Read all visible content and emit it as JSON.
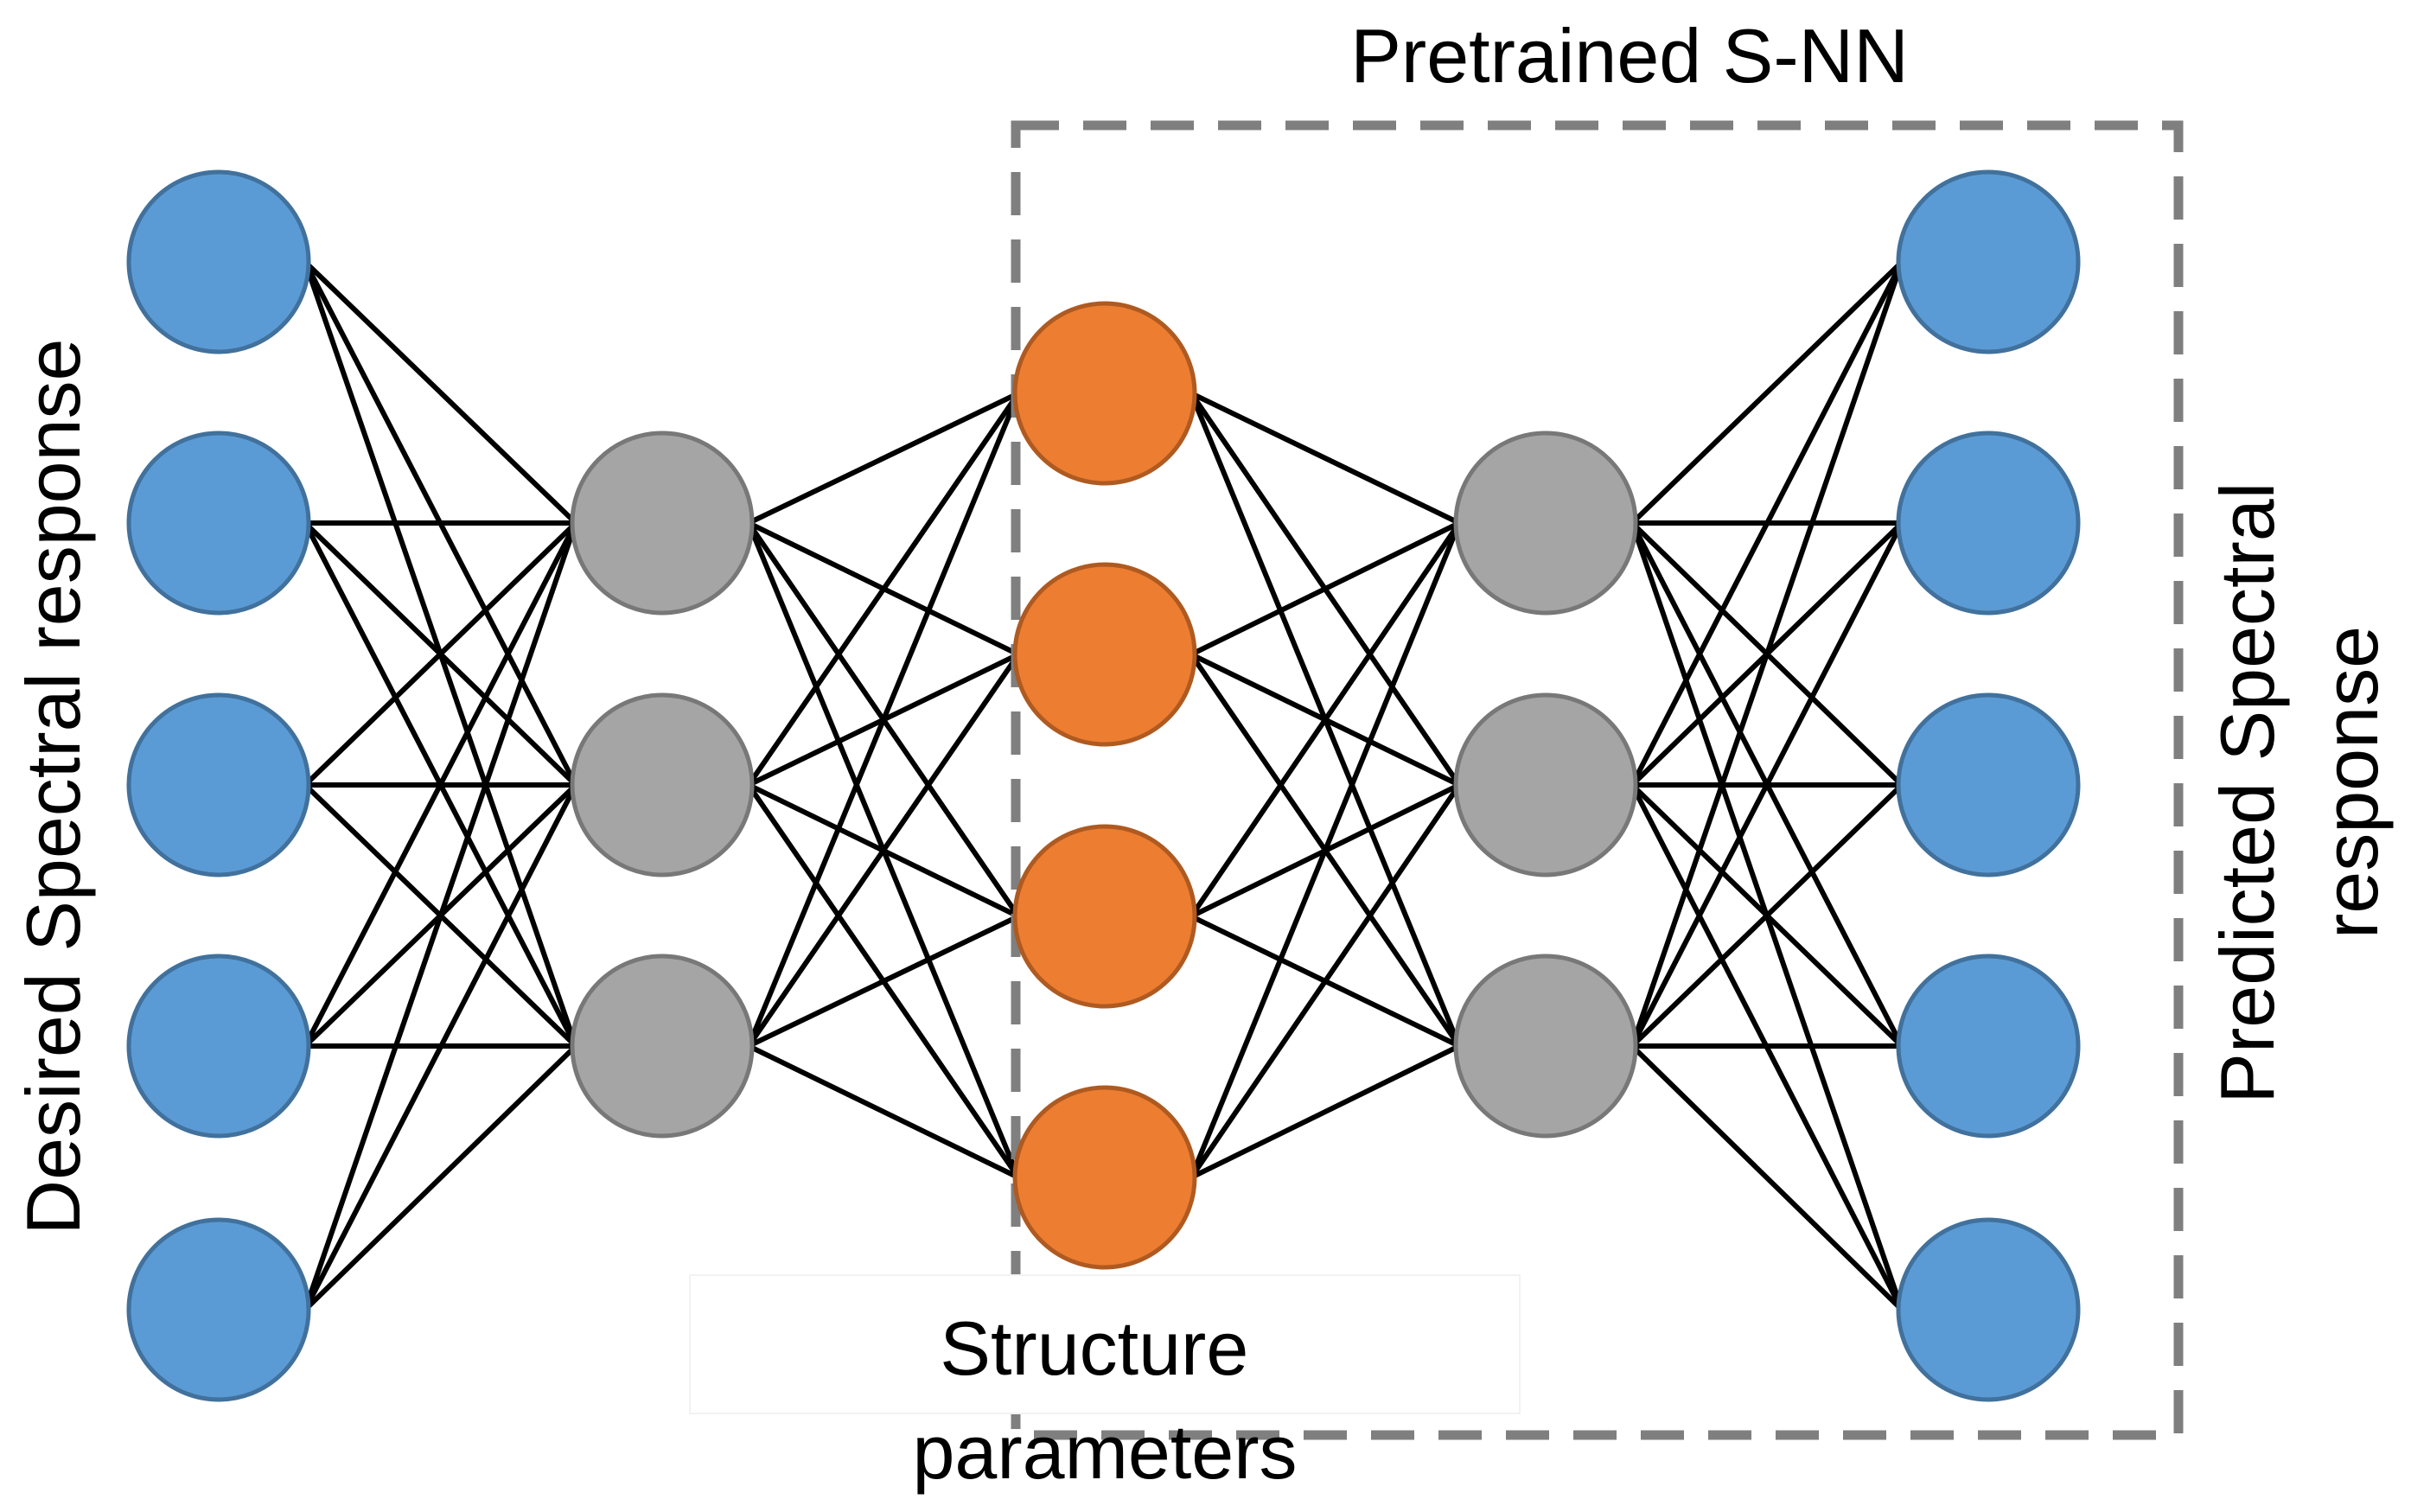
{
  "labels": {
    "pretrained": "Pretrained S-NN",
    "desired": "Desired Spectral response",
    "predicted_line1": "Predicted Spectral",
    "predicted_line2": "response",
    "structure_line1": "Structure",
    "structure_line2": "parameters"
  },
  "network": {
    "layers": [
      {
        "name": "input",
        "nodes": 5,
        "color": "#5b9bd5",
        "stroke": "#41719c"
      },
      {
        "name": "hidden-1",
        "nodes": 3,
        "color": "#a5a5a5",
        "stroke": "#787878"
      },
      {
        "name": "structure",
        "nodes": 4,
        "color": "#ed7d31",
        "stroke": "#ae5a21"
      },
      {
        "name": "hidden-2",
        "nodes": 3,
        "color": "#a5a5a5",
        "stroke": "#787878"
      },
      {
        "name": "output",
        "nodes": 5,
        "color": "#5b9bd5",
        "stroke": "#41719c"
      }
    ],
    "connections": "fully-connected",
    "edge_color": "#000000",
    "box_color": "#7f7f7f"
  }
}
